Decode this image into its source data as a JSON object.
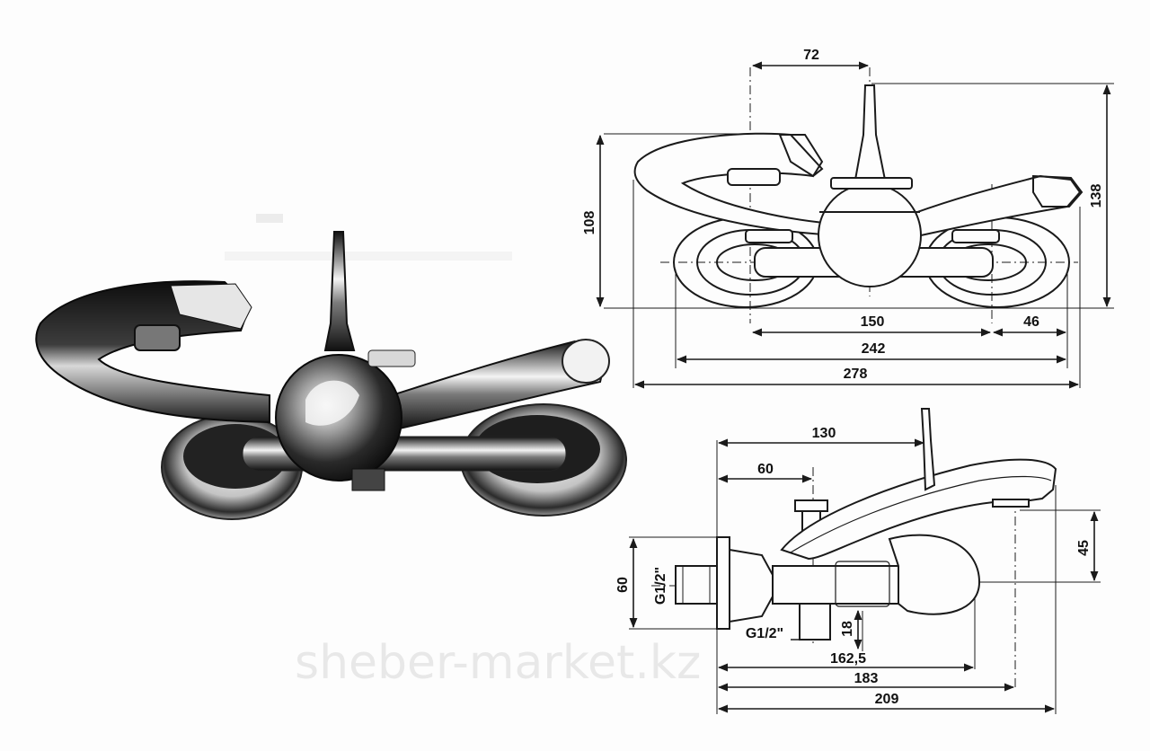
{
  "top_view": {
    "dims": {
      "d72": "72",
      "d108": "108",
      "d138": "138",
      "d150": "150",
      "d46": "46",
      "d242": "242",
      "d278": "278"
    }
  },
  "side_view": {
    "dims": {
      "d130": "130",
      "d60_top": "60",
      "d60_left": "60",
      "d45": "45",
      "d18": "18",
      "d162_5": "162,5",
      "d183": "183",
      "d209": "209"
    },
    "thread_labels": {
      "inlet": "G1/2\"",
      "outlet": "G1/2\""
    }
  },
  "watermark": "sheber-market.kz",
  "colors": {
    "line": "#1a1a1a",
    "chrome_dark": "#1c1c1c",
    "chrome_light": "#e9e9e9",
    "background": "#fdfdfd"
  }
}
